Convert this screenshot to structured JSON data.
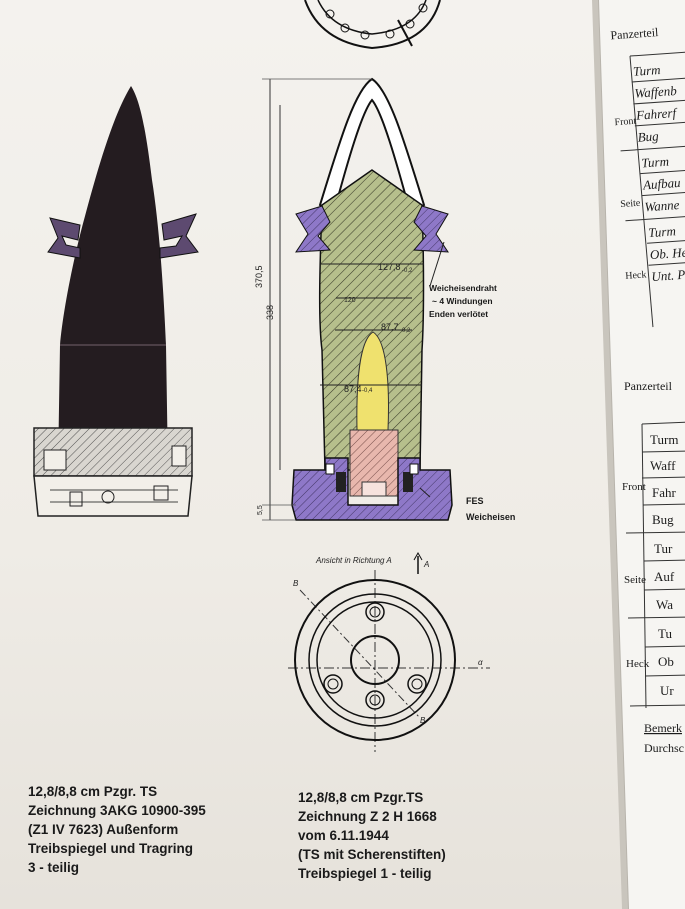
{
  "drawing_right": {
    "label_wire": [
      "Weicheisendraht",
      "~ 4 Windungen",
      "Enden verlötet"
    ],
    "label_fes": [
      "FES",
      "Weicheisen"
    ],
    "dimensions": [
      "370,5",
      "338",
      "5,5",
      "127,8",
      "87,7",
      "87,4",
      "120"
    ],
    "dim_tol": [
      "-0,2",
      "-0,2",
      "-0,4"
    ],
    "view_label": "Ansicht in Richtung A",
    "view_marks": [
      "A",
      "B",
      "B",
      "α"
    ]
  },
  "caption_left": [
    "12,8/8,8 cm Pzgr. TS",
    "Zeichnung  3AKG 10900-395",
    "(Z1 IV 7623)  Außenform",
    "Treibspiegel und Tragring",
    "3 - teilig"
  ],
  "caption_right": [
    "12,8/8,8 cm Pzgr.TS",
    "Zeichnung Z 2 H 1668",
    "vom 6.11.1944",
    "(TS mit Scherenstiften)",
    "Treibspiegel 1 - teilig"
  ],
  "table_page": {
    "header_top": "Panzerteil",
    "header_mid": "Panzerteil",
    "rows_top": [
      "Turm",
      "Waffenb",
      "Fahrerf",
      "Bug",
      "Turm",
      "Aufbau",
      "Wanne",
      "Turm",
      "Ob. He",
      "Unt. Pa"
    ],
    "groups_top": [
      "Front",
      "Seite",
      "Heck"
    ],
    "rows_bottom": [
      "Turm",
      "Waff",
      "Fahr",
      "Bug",
      "Tur",
      "Auf",
      "Wa",
      "Tu",
      "Ob",
      "Ur"
    ],
    "groups_bottom": [
      "Front",
      "Seite",
      "Heck"
    ],
    "footer": [
      "Bemerk",
      "Durchsc"
    ]
  }
}
